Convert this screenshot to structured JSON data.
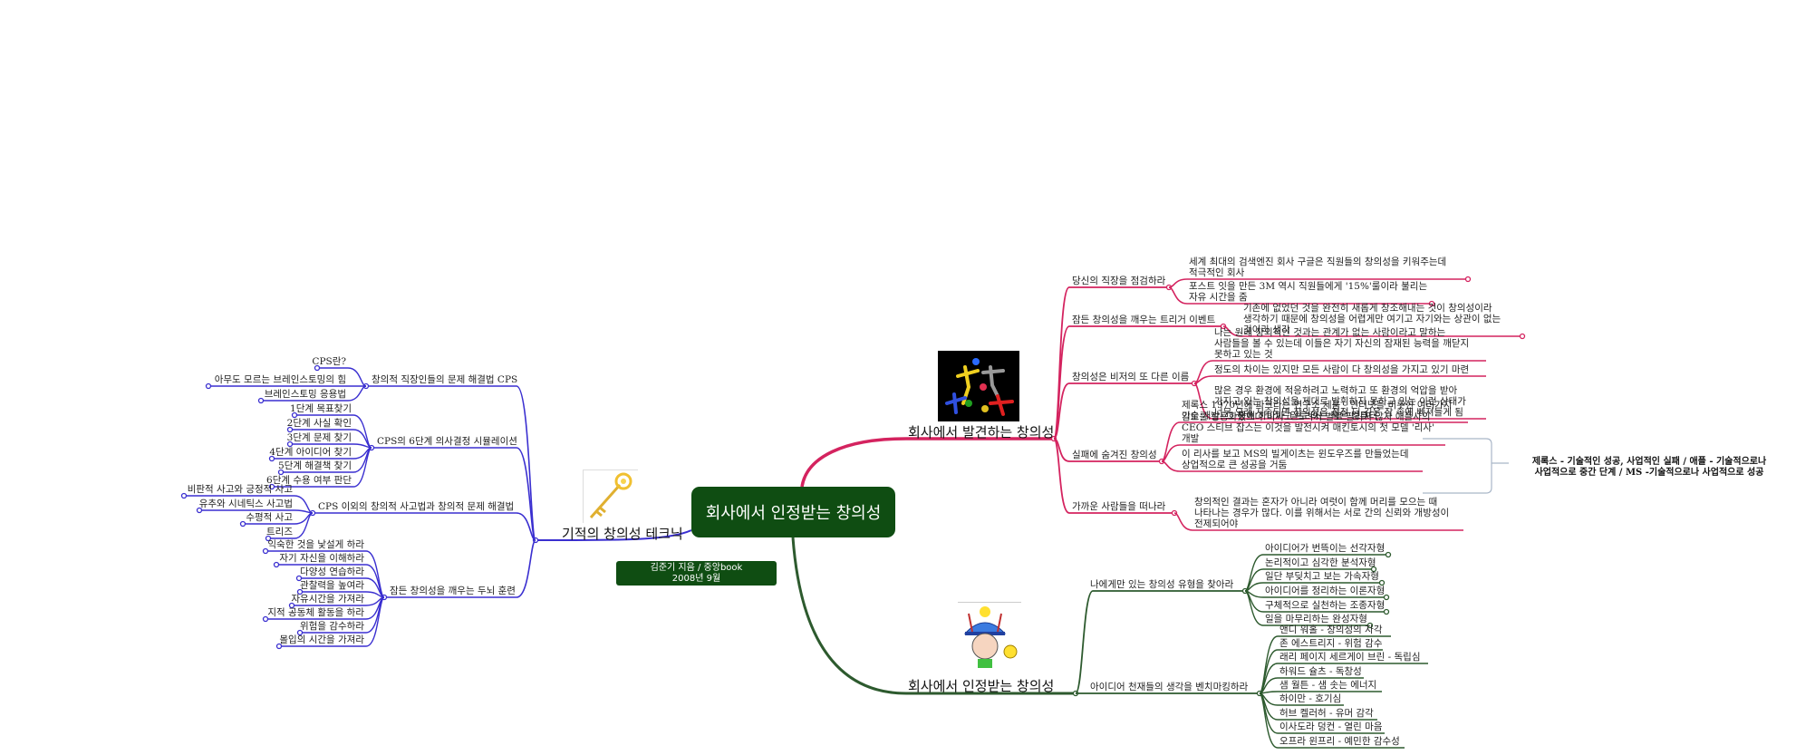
{
  "colors": {
    "center_bg": "#0f4d12",
    "pink_branch": "#d4235f",
    "green_branch": "#2d5a2e",
    "blue_branch": "#3a2fd0",
    "summary_border": "#a9b6c8"
  },
  "center": {
    "title": "회사에서 인정받는 창의성"
  },
  "credit": {
    "line1": "김준기 지음 / 중앙book",
    "line2": "2008년 9월"
  },
  "left_topic": {
    "title": "기적의 창의성 테크닉",
    "image": "golden-key",
    "branches": [
      {
        "label": "창의적 직장인들의 문제 해결법 CPS",
        "children": [
          "CPS란?",
          "아무도 모르는 브레인스토밍의 힘",
          "브레인스토밍 응용법"
        ]
      },
      {
        "label": "CPS의 6단계 의사결정 시뮬레이션",
        "children": [
          "1단계 목표찾기",
          "2단계 사실 확인",
          "3단계 문제 찾기",
          "4단계 아이디어 찾기",
          "5단계 해결책 찾기",
          "6단계 수용 여부 판단"
        ]
      },
      {
        "label": "CPS 이외의 창의적 사고법과 창의적 문제 해결법",
        "children": [
          "비판적 사고와 긍정적 사고",
          "유추와 시네틱스 사고법",
          "수평적 사고",
          "트리즈"
        ]
      },
      {
        "label": "잠든 창의성을 깨우는 두뇌 훈련",
        "children": [
          "익숙한 것을 낯설게 하라",
          "자기 자신을 이해하라",
          "다양성 연습하라",
          "관찰력을 높여라",
          "자유시간을 가져라",
          "지적 공동체 활동을 하라",
          "위험을 감수하라",
          "몰입의 시간을 가져라"
        ]
      }
    ]
  },
  "upper_topic": {
    "title": "회사에서 발견하는 창의성",
    "image": "dancing-figures",
    "branches": [
      {
        "label": "당신의 직장을 점검하라",
        "children": [
          "세계 최대의 검색엔진 회사 구글은 직원들의 창의성을 키워주는데\n적극적인 회사",
          "포스트 잇을 만든 3M 역시 직원들에게 '15%'룰이라 불리는\n자유 시간을 줌"
        ]
      },
      {
        "label": "잠든 창의성을 깨우는 트리거 이벤트",
        "children": [
          "기존에 없었던 것을 완전히 새롭게 창조해내는 것이 창의성이라\n생각하기 때문에 창의성을 어렵게만 여기고 자기와는 상관이 없는\n것이라 생각"
        ]
      },
      {
        "label": "창의성은 비저의 또 다른 이름",
        "children": [
          "나는 원래 창의적인 것과는 관계가 없는 사람이라고 말하는\n사람들을 볼 수 있는데 이들은 자기 자신의 잠재된 능력을 깨닫지\n못하고 있는 것",
          "정도의 차이는 있지만 모든 사람이 다 창의성을 가지고 있기 마련",
          "많은 경우 환경에 적응하려고 노력하고 또 환경의 억압을 받아\n가지고 있는 창의성을 제대로 발휘하지 못하고 있는 이런 상태가\n너무 오래 지속되면 창의성은 점점 더 깊은 잠 속에 빠져들게 됨"
        ]
      },
      {
        "label": "실패에 숨겨진 창의성",
        "children": [
          "제록스 1970년에 파크라는 연구소 세움 - 인터넷을 비롯한 여러가지\n기술 개발. 그 중에 하나가 '알토'라는 작은 컴퓨터",
          "알토를 상용화했으나 비싸고 느려서 별로 팔리지 않자 애플사의\nCEO 스티브 잡스는 이것을 발전시켜 매킨토시의 첫 모델 '리사'\n개발",
          "이 리사를 보고 MS의 빌게이츠는 윈도우즈를 만들었는데\n상업적으로 큰 성공을 거둠"
        ]
      },
      {
        "label": "가까운 사람들을 떠나라",
        "children": [
          "창의적인 결과는 혼자가 아니라 여럿이 함께 머리를 모으는 때\n나타나는 경우가 많다. 이를 위해서는 서로 간의 신뢰와 개방성이\n전제되어야"
        ]
      }
    ],
    "summary": "제록스 - 기술적인 성공, 사업적인 실패 / 애플 - 기술적으로나\n사업적으로 중간 단계 / MS -기술적으로나 사업적으로 성공"
  },
  "lower_topic": {
    "title": "회사에서 인정받는 창의성",
    "image": "thinking-cap-boy",
    "branches": [
      {
        "label": "나에게만 있는 창의성 유형을 찾아라",
        "children": [
          "아이디어가 번뜩이는 선각자형",
          "논리적이고 심각한 분석자형",
          "일단 부딪치고 보는 가속자형",
          "아이디어를 정리하는 이론자형",
          "구체적으로 실천하는 조종자형",
          "일을 마무리하는 완성자형"
        ]
      },
      {
        "label": "아이디어 천재들의 생각을 벤치마킹하라",
        "children": [
          "앤디 워홀 - 창의성의 자각",
          "존 에스트리지 - 위험 감수",
          "래리 페이지 세르게이 브린 - 독립심",
          "하워드 슐츠 - 독창성",
          "샘 월튼 - 샘 솟는 에너지",
          "하이만 - 호기심",
          "허브 켈러허 - 유머 감각",
          "이사도라 덩컨 - 열린 마음",
          "오프라 윈프리 - 예민한 감수성"
        ]
      }
    ]
  }
}
